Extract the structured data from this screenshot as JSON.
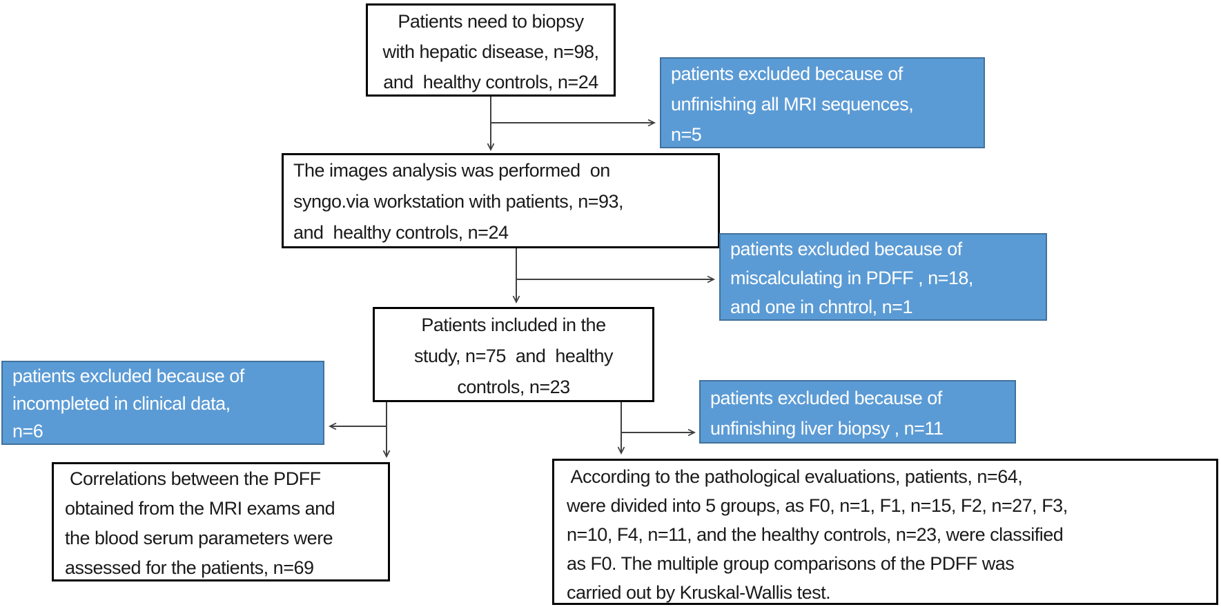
{
  "diagram": {
    "kind": "patient-flow-chart",
    "colors": {
      "excluded_fill": "#5B9BD5",
      "excluded_border": "#41719C",
      "excluded_text": "#ffffff",
      "box_fill": "#ffffff",
      "box_border": "#000000",
      "box_text": "#1a1a1a",
      "connector": "#3f3f3f"
    },
    "boxes": {
      "enrollment": {
        "lines": [
          "Patients need to biopsy",
          "with hepatic disease, n=98,",
          "and  healthy controls, n=24"
        ]
      },
      "excluded_mri": {
        "lines": [
          "patients excluded because of",
          "unfinishing all MRI sequences,",
          "n=5"
        ]
      },
      "image_analysis": {
        "lines": [
          "The images analysis was performed  on",
          "syngo.via workstation with patients, n=93,",
          "and  healthy controls, n=24"
        ]
      },
      "excluded_pdff": {
        "lines": [
          "patients excluded because of",
          "miscalculating in PDFF , n=18,",
          "and one in chntrol, n=1"
        ]
      },
      "included": {
        "lines": [
          "Patients included in the",
          "study, n=75  and  healthy",
          "controls, n=23"
        ]
      },
      "excluded_clinical": {
        "lines": [
          "patients excluded because of",
          "incompleted in clinical data,",
          "n=6"
        ]
      },
      "excluded_biopsy": {
        "lines": [
          "patients excluded because of",
          "unfinishing liver biopsy , n=11"
        ]
      },
      "correlation": {
        "lines": [
          " Correlations between the PDFF",
          "obtained from the MRI exams and",
          "the blood serum parameters were",
          "assessed for the patients, n=69"
        ]
      },
      "pathology": {
        "lines": [
          " According to the pathological evaluations, patients, n=64,",
          "were divided into 5 groups, as F0, n=1, F1, n=15, F2, n=27, F3,",
          "n=10, F4, n=11, and the healthy controls, n=23, were classified",
          "as F0. The multiple group comparisons of the PDFF was",
          "carried out by Kruskal-Wallis test."
        ]
      }
    }
  }
}
